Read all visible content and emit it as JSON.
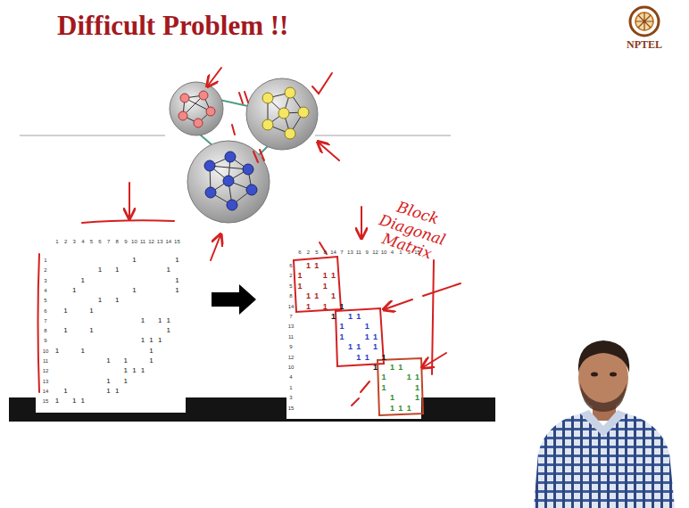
{
  "diagram": {
    "title": "Difficult Problem !!",
    "labels": [
      "NPTEL",
      "1",
      "2",
      "3",
      "4",
      "5",
      "6",
      "7",
      "8",
      "9",
      "10",
      "11",
      "12",
      "13",
      "14",
      "15",
      "1",
      "2",
      "3",
      "4",
      "5",
      "6",
      "7",
      "8",
      "9",
      "10",
      "11",
      "12",
      "13",
      "14",
      "15",
      "1",
      "1",
      "1",
      "1",
      "1",
      "1",
      "1",
      "1",
      "1",
      "1",
      "1",
      "1",
      "1",
      "1",
      "1",
      "1",
      "1",
      "1",
      "1",
      "1",
      "1",
      "1",
      "1",
      "1",
      "1",
      "1",
      "1",
      "1",
      "1",
      "1",
      "1",
      "1",
      "1",
      "1",
      "1",
      "1",
      "1",
      "1",
      "1",
      "1",
      "6",
      "2",
      "5",
      "8",
      "14",
      "7",
      "13",
      "11",
      "9",
      "12",
      "10",
      "4",
      "1",
      "3",
      "15",
      "6",
      "2",
      "5",
      "8",
      "14",
      "7",
      "13",
      "11",
      "9",
      "12",
      "10",
      "4",
      "1",
      "3",
      "15",
      "1",
      "1",
      "1",
      "1",
      "1",
      "1",
      "1",
      "1",
      "1",
      "1",
      "1",
      "1",
      "1",
      "1",
      "1",
      "1",
      "1",
      "1",
      "1",
      "1",
      "1",
      "1",
      "1",
      "1",
      "1",
      "1",
      "1",
      "1",
      "1",
      "1",
      "1",
      "1",
      "1",
      "1",
      "1",
      "1",
      "1",
      "1",
      "1",
      "1",
      "Block Diagonal Matrix"
    ]
  }
}
